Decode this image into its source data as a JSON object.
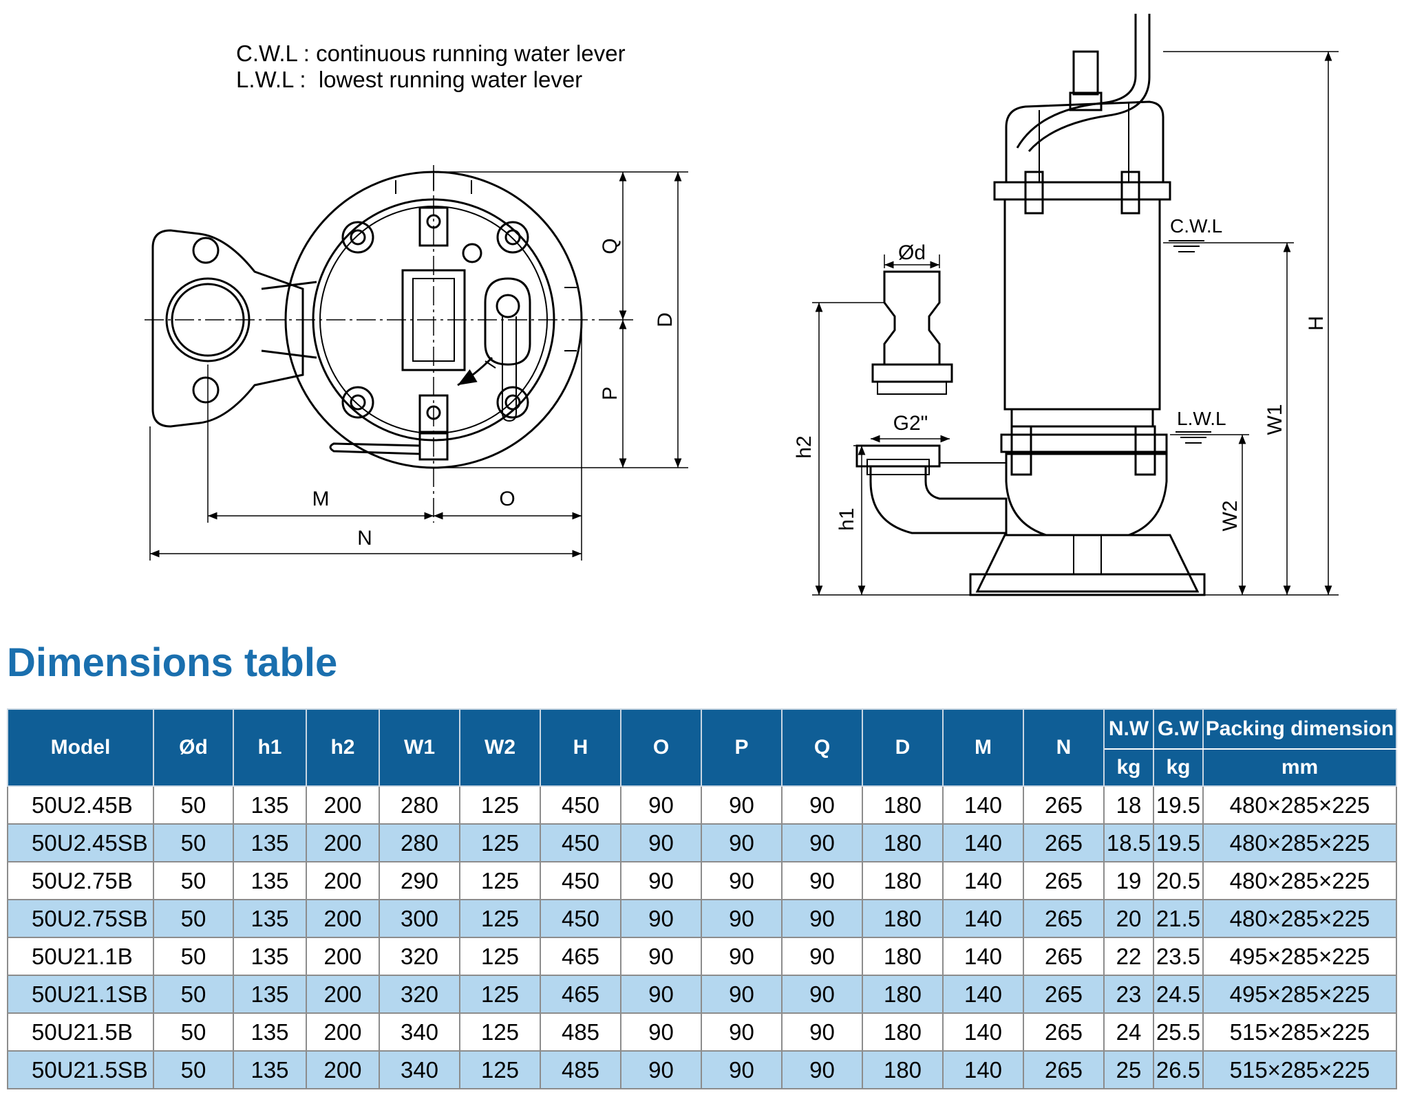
{
  "legend": {
    "cwl": "C.W.L : continuous running water lever",
    "lwl": "L.W.L :  lowest running water lever"
  },
  "drawing_labels": {
    "q": "Q",
    "d": "D",
    "p": "P",
    "m": "M",
    "o": "O",
    "n": "N",
    "phi_d": "Ød",
    "g2": "G2\"",
    "h2": "h2",
    "h1": "h1",
    "cwl": "C.W.L",
    "lwl": "L.W.L",
    "h": "H",
    "w1": "W1",
    "w2": "W2"
  },
  "section_title": "Dimensions table",
  "table": {
    "headers": [
      "Model",
      "Ød",
      "h1",
      "h2",
      "W1",
      "W2",
      "H",
      "O",
      "P",
      "Q",
      "D",
      "M",
      "N"
    ],
    "nw": {
      "label": "N.W",
      "unit": "kg"
    },
    "gw": {
      "label": "G.W",
      "unit": "kg"
    },
    "packing": {
      "label": "Packing dimension",
      "unit": "mm"
    },
    "rows": [
      [
        "50U2.45B",
        "50",
        "135",
        "200",
        "280",
        "125",
        "450",
        "90",
        "90",
        "90",
        "180",
        "140",
        "265",
        "18",
        "19.5",
        "480×285×225"
      ],
      [
        "50U2.45SB",
        "50",
        "135",
        "200",
        "280",
        "125",
        "450",
        "90",
        "90",
        "90",
        "180",
        "140",
        "265",
        "18.5",
        "19.5",
        "480×285×225"
      ],
      [
        "50U2.75B",
        "50",
        "135",
        "200",
        "290",
        "125",
        "450",
        "90",
        "90",
        "90",
        "180",
        "140",
        "265",
        "19",
        "20.5",
        "480×285×225"
      ],
      [
        "50U2.75SB",
        "50",
        "135",
        "200",
        "300",
        "125",
        "450",
        "90",
        "90",
        "90",
        "180",
        "140",
        "265",
        "20",
        "21.5",
        "480×285×225"
      ],
      [
        "50U21.1B",
        "50",
        "135",
        "200",
        "320",
        "125",
        "465",
        "90",
        "90",
        "90",
        "180",
        "140",
        "265",
        "22",
        "23.5",
        "495×285×225"
      ],
      [
        "50U21.1SB",
        "50",
        "135",
        "200",
        "320",
        "125",
        "465",
        "90",
        "90",
        "90",
        "180",
        "140",
        "265",
        "23",
        "24.5",
        "495×285×225"
      ],
      [
        "50U21.5B",
        "50",
        "135",
        "200",
        "340",
        "125",
        "485",
        "90",
        "90",
        "90",
        "180",
        "140",
        "265",
        "24",
        "25.5",
        "515×285×225"
      ],
      [
        "50U21.5SB",
        "50",
        "135",
        "200",
        "340",
        "125",
        "485",
        "90",
        "90",
        "90",
        "180",
        "140",
        "265",
        "25",
        "26.5",
        "515×285×225"
      ]
    ]
  }
}
